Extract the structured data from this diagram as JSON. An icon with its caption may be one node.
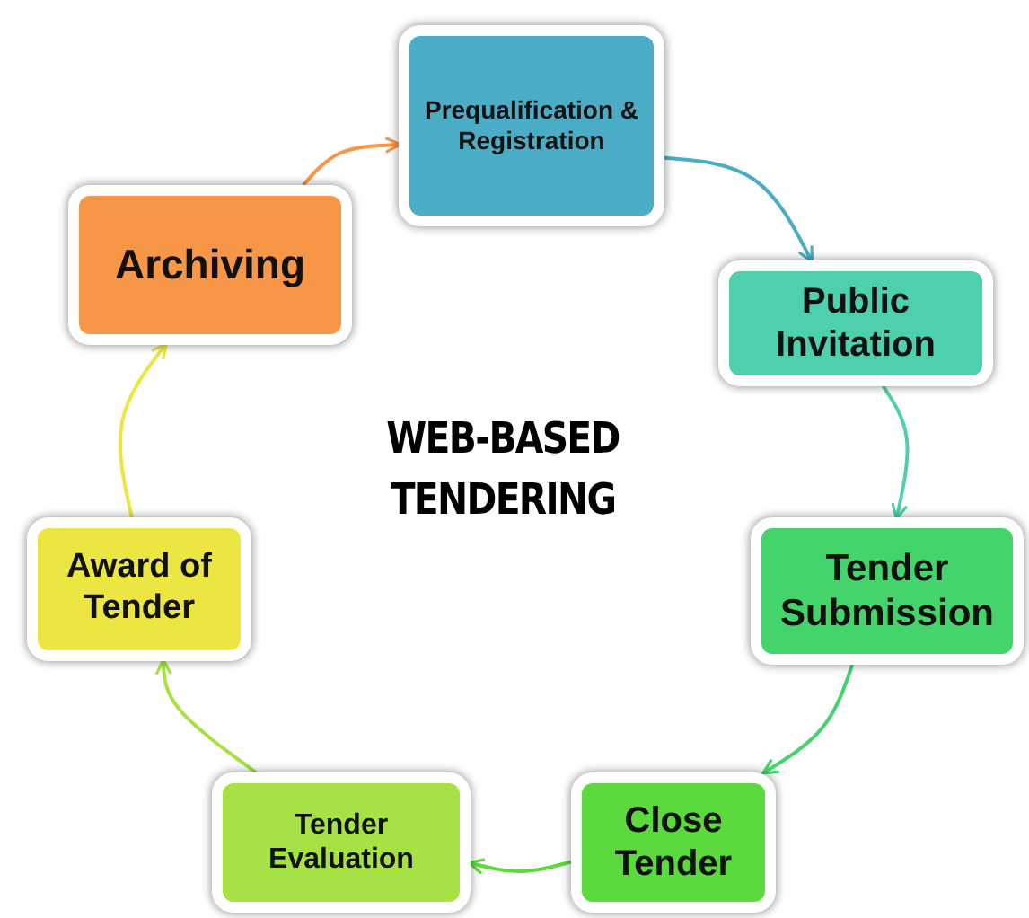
{
  "diagram": {
    "title": "WEB-BASED TENDERING",
    "nodes": [
      {
        "text": [
          "Prequalification & Registration"
        ]
      },
      {
        "text": [
          "Public Invitation"
        ]
      },
      {
        "text": [
          "Tender Submission"
        ]
      },
      {
        "text": [
          "Close Tender"
        ]
      },
      {
        "text": [
          "Tender Evaluation"
        ]
      },
      {
        "text": [
          "Award of Tender"
        ]
      },
      {
        "text": [
          "Archiving"
        ]
      }
    ],
    "edges": [
      {
        "from": 0,
        "to": 1,
        "arrow": "to",
        "color": "#4bacc6"
      },
      {
        "from": 1,
        "to": 2,
        "arrow": "to",
        "color": "#4ecfae"
      },
      {
        "from": 2,
        "to": 3,
        "arrow": "to",
        "color": "#45d46c"
      },
      {
        "from": 3,
        "to": 4,
        "arrow": "to",
        "color": "#5cd93c"
      },
      {
        "from": 4,
        "to": 5,
        "arrow": "to",
        "color": "#a6e244"
      },
      {
        "from": 5,
        "to": 6,
        "arrow": "to",
        "color": "#ece642"
      },
      {
        "from": 6,
        "to": 0,
        "arrow": "to",
        "color": "#f79646"
      }
    ]
  }
}
